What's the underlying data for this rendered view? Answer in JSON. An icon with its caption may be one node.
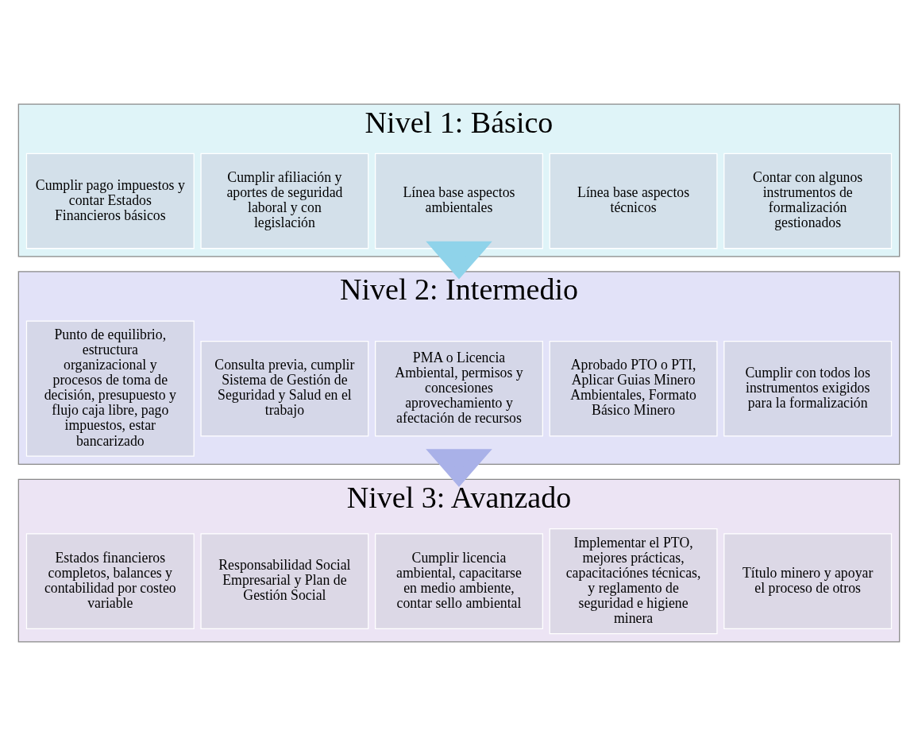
{
  "diagram": {
    "nodes": [
      {
        "text": [
          "Nivel 1: Básico"
        ]
      },
      {
        "text": [
          "Contar con algunos instrumentos de formalización gestionados"
        ],
        "in": 0
      },
      {
        "text": [
          "Línea base aspectos técnicos"
        ],
        "in": 0
      },
      {
        "text": [
          "Línea base aspectos ambientales"
        ],
        "in": 0
      },
      {
        "text": [
          "Cumplir afiliación y aportes de seguridad laboral y con legislación"
        ],
        "in": 0
      },
      {
        "text": [
          "Cumplir pago impuestos y contar Estados Financieros básicos"
        ],
        "in": 0
      },
      {
        "text": [
          "Nivel 2: Intermedio"
        ]
      },
      {
        "text": [
          "Cumplir con todos los instrumentos exigidos para la formalización"
        ],
        "in": 6
      },
      {
        "text": [
          "Aprobado PTO o PTI, Aplicar Guias Minero Ambientales, Formato Básico Minero"
        ],
        "in": 6
      },
      {
        "text": [
          "PMA o Licencia Ambiental, permisos y concesiones aprovechamiento y afectación de recursos"
        ],
        "in": 6
      },
      {
        "text": [
          "Consulta previa, cumplir Sistema de Gestión de Seguridad y Salud en el trabajo"
        ],
        "in": 6
      },
      {
        "text": [
          "Punto de equilibrio, estructura organizacional y procesos de toma de decisión, presupuesto y flujo caja libre, pago impuestos, estar bancarizado"
        ],
        "in": 6
      },
      {
        "text": [
          "Nivel 3: Avanzado"
        ]
      },
      {
        "text": [
          "Título minero y apoyar el proceso de otros"
        ],
        "in": 12
      },
      {
        "text": [
          "Implementar el PTO, mejores prácticas, capacitaciónes técnicas, y reglamento de seguridad e higiene minera"
        ],
        "in": 12
      },
      {
        "text": [
          "Cumplir licencia ambiental, capacitarse en medio ambiente, contar sello ambiental"
        ],
        "in": 12
      },
      {
        "text": [
          "Responsabilidad Social Empresarial y Plan de Gestión Social"
        ],
        "in": 12
      },
      {
        "text": [
          "Estados financieros completos, balances y contabilidad por costeo variable"
        ],
        "in": 12
      }
    ],
    "edges": [
      {
        "from": 0,
        "to": 6,
        "arrow": "to"
      },
      {
        "from": 6,
        "to": 12,
        "arrow": "to"
      }
    ]
  }
}
